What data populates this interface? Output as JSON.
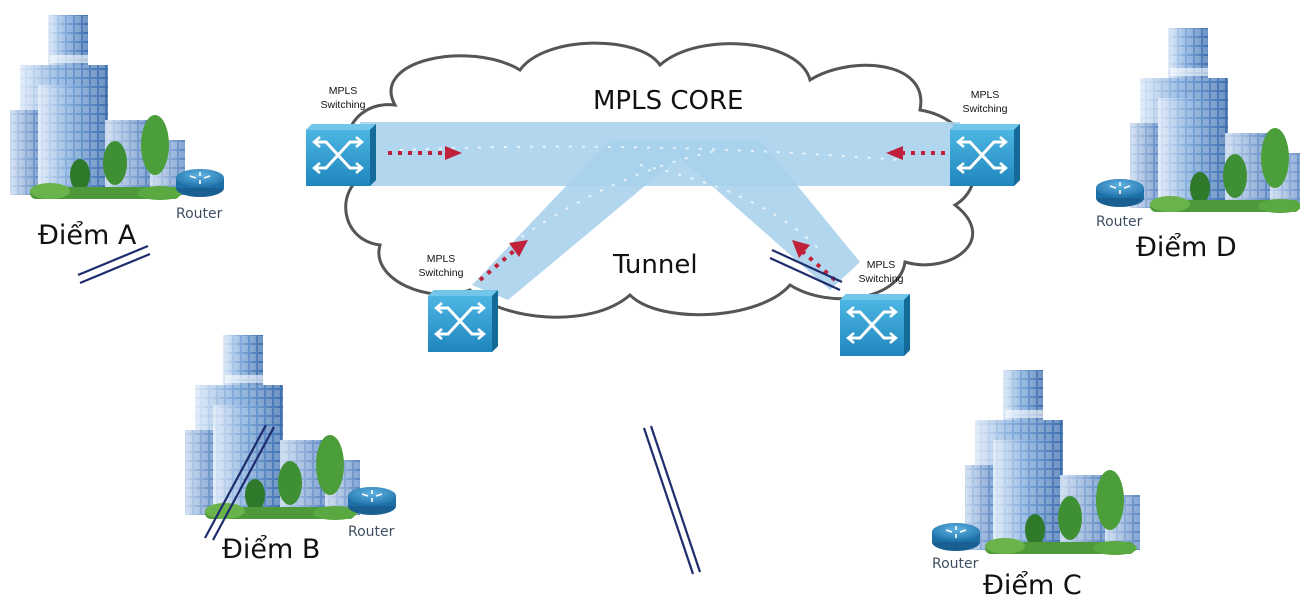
{
  "cloud": {
    "core_label": "MPLS CORE",
    "tunnel_label": "Tunnel"
  },
  "switches": [
    {
      "id": "top-left",
      "line1": "MPLS",
      "line2": "Switching"
    },
    {
      "id": "top-right",
      "line1": "MPLS",
      "line2": "Switching"
    },
    {
      "id": "bottom-left",
      "line1": "MPLS",
      "line2": "Switching"
    },
    {
      "id": "bottom-right",
      "line1": "MPLS",
      "line2": "Switching"
    }
  ],
  "sites": [
    {
      "id": "a",
      "name": "Điểm A",
      "router_label": "Router"
    },
    {
      "id": "b",
      "name": "Điểm B",
      "router_label": "Router"
    },
    {
      "id": "c",
      "name": "Điểm C",
      "router_label": "Router"
    },
    {
      "id": "d",
      "name": "Điểm D",
      "router_label": "Router"
    }
  ],
  "colors": {
    "tunnel": "#a9d2ec",
    "cloud_outline": "#555555",
    "switch": "#2f9fd0",
    "arrow": "#c0203a",
    "link_line": "#1f2d6e",
    "building": "#5a8cc7"
  },
  "icons": [
    "building-icon",
    "router-icon",
    "mpls-switch-icon",
    "tree-icon"
  ]
}
